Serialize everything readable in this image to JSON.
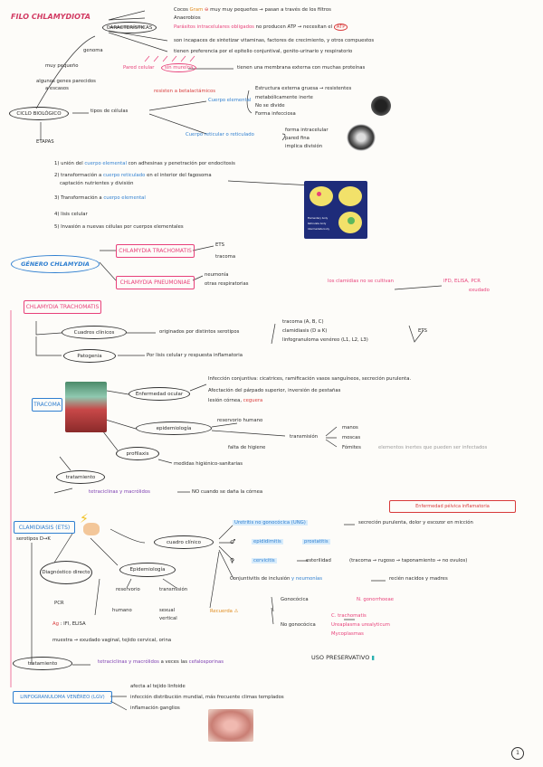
{
  "title": "FILO CHLAMYDIOTA",
  "caracteristicas": "CARACTERÍSTICAS",
  "c1a": "Cocos",
  "c1b": "Gram",
  "c1c": "muy muy pequeños",
  "c1d": "pasan a través de los filtros",
  "c2": "Anaerobios",
  "c3a": "Parásitos intracelulares obligados",
  "c3b": "no producen ATP",
  "c3c": "necesitan el",
  "c3d": "ATP",
  "c4": "son incapaces de sintetizar vitaminas, factores de crecimiento, y otros compuestos",
  "c5": "tienen preferencia por el epitelio conjuntival, genito-urinario y respiratorio",
  "pared": "Pared celular",
  "sinmureina": "sin mureína",
  "pared_desc": "tienen una membrana externa con muchas proteínas",
  "genoma": "genoma",
  "muypeq": "muy pequeño",
  "algunos": "algunos genes parecidos",
  "aescasos": "a escasos",
  "resisten": "resisten a betalactámicos",
  "ciclo": "CICLO BIOLÓGICO",
  "tipos": "tipos de células",
  "cuerpoelem": "Cuerpo elemental",
  "ce1": "Estructura externa gruesa → resistentes",
  "ce2": "metabólicamente inerte",
  "ce3": "No se divide",
  "ce4": "Forma infecciosa",
  "cuerpoint": "Cuerpo reticular o reticulado",
  "cr1": "forma intracelular",
  "cr2": "pared fina",
  "cr3": "implica división",
  "etapas": "ETAPAS",
  "e1a": "1) unión del",
  "e1b": "cuerpo elemental",
  "e1c": "con adhesinas y penetración por endocitosis",
  "e2a": "2) transformación a",
  "e2b": "cuerpo reticulado",
  "e2c": "en el interior del fagosoma",
  "e2d": "captación nutrientes y división",
  "e3a": "3) Transformación a",
  "e3b": "cuerpo elemental",
  "e4": "4) lisis celular",
  "e5": "5) Invasión a nuevas células por cuerpos elementales",
  "legend1": "Elementary body",
  "legend2": "Reticulate body",
  "legend3": "Intermediate body",
  "genero": "GÉNERO CHLAMYDIA",
  "trach": "CHLAMYDIA TRACHOMATIS",
  "ets": "ETS",
  "tracoma_s": "tracoma",
  "pneumo": "CHLAMYDIA PNEUMONIAE",
  "neumonia": "neumonía",
  "otras": "otras respiratorias",
  "cultivo": "los clamidias no se cultivan",
  "ifd": "IFD, ELISA, PCR",
  "exudado": "exudado",
  "trach2": "CHLAMYDIA TRACHOMATIS",
  "cuadros": "Cuadros clínicos",
  "originados": "originados por distintos serotipos",
  "s1": "tracoma (A, B, C)",
  "s2": "clamidiasis (D a K)",
  "s3": "linfogranuloma venéreo (L1, L2, L3)",
  "ets2": "ETS",
  "patogenia": "Patogenia",
  "patdesc": "Por lisis celular y respuesta inflamatoria",
  "tracoma": "TRACOMA",
  "enfocular": "Enfermedad ocular",
  "eo1": "Infección conjuntiva: cicatrices, ramificación vasos sanguíneos, secreción purulenta.",
  "eo2": "Afectación del párpado superior, inversión de pestañas",
  "eo3a": "lesión córnea,",
  "eo3b": "ceguera",
  "epidem": "epidemiología",
  "reservorio": "reservorio humano",
  "transmision": "transmisión",
  "manos": "manos",
  "moscas": "moscas",
  "fomites": "Fómites",
  "elementos": "elementos inertes que pueden ser infectados",
  "falta": "falta de higiene",
  "profilaxis": "profilaxis",
  "medidas": "medidas higiénico-sanitarias",
  "tratamiento": "tratamiento",
  "trat1a": "tetraciclinas y macrólidos",
  "trat1b": "NO cuando se daña la córnea",
  "enfpel": "Enfermedad pélvica inflamatoria",
  "clamidiasis": "CLAMIDIASIS (ETS)",
  "serotipos": "serotipos D→K",
  "cuadroclin": "cuadro clínico",
  "uretritis": "Uretritis no gonocócica (UNG)",
  "uretdesc": "secreción purulenta, dolor y escozor en micción",
  "epididimitis": "epididimitis",
  "prostatitis": "prostatitis",
  "cervicitis": "cervicitis",
  "esterilidad": "esterilidad",
  "estdesc": "(tracoma → rugoso → taponamiento → no ovulos)",
  "conjunt": "Conjuntivitis de inclusión",
  "neumonias": "y neumonías",
  "recien": "recién nacidos y madres",
  "diagnostico": "Diagnóstico directo",
  "pcr": "PCR",
  "ag": "Ag",
  "ifi": "IFI, ELISA",
  "muestra": "muestra → exudado vaginal, tejido cervical, orina",
  "epid2": "Epidemiología",
  "reserv2": "reservorio",
  "transm2": "transmisión",
  "humano": "humano",
  "sexual": "sexual",
  "vertical": "vertical",
  "recuerda": "Recuerda",
  "gonoc": "Gonocócica",
  "ngon": "N. gonorrhoeae",
  "nogonoc": "No gonocócica",
  "ctrach": "C. trachomatis",
  "ureapl": "Ureaplasma urealyticum",
  "mycopl": "Mycoplasmas",
  "tratamiento2": "tratamiento",
  "trat2": "tetraciclinas y macrólidos",
  "avec": "a veces las",
  "cefa": "cefalosporinas",
  "uso": "USO PRESERVATIVO",
  "linfo": "LINFOGRANULOMA VENÉREO (LGV)",
  "l1": "afecta al tejido linfoide",
  "l2": "infección distribución mundial, más frecuente climas templados",
  "l3": "inflamación ganglios",
  "page": "1"
}
